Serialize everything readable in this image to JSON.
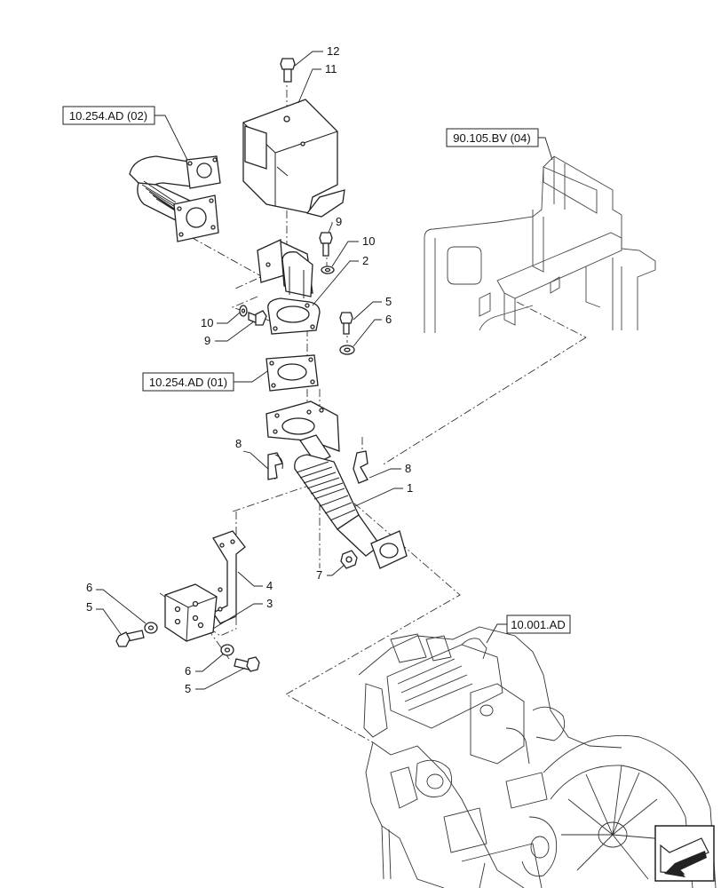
{
  "references": {
    "ref_top_left": "10.254.AD (02)",
    "ref_top_right": "90.105.BV (04)",
    "ref_mid": "10.254.AD (01)",
    "ref_engine": "10.001.AD"
  },
  "callouts": {
    "c12": "12",
    "c11": "11",
    "c9a": "9",
    "c10a": "10",
    "c2": "2",
    "c10b": "10",
    "c9b": "9",
    "c5a": "5",
    "c6a": "6",
    "c8a": "8",
    "c8b": "8",
    "c1": "1",
    "c7": "7",
    "c4": "4",
    "c3": "3",
    "c6b": "6",
    "c5b": "5",
    "c6c": "6",
    "c5c": "5"
  },
  "icons": {
    "nav": "arrow-icon"
  }
}
